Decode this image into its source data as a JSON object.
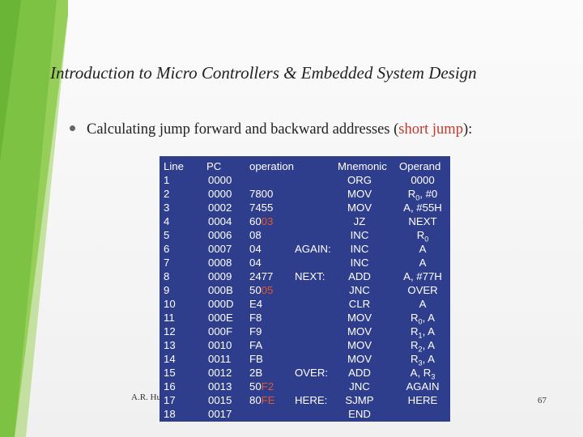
{
  "slide": {
    "title": "Introduction to Micro Controllers & Embedded System Design",
    "bullet_prefix": "Calculating jump forward and backward addresses (",
    "bullet_highlight": "short jump",
    "bullet_suffix": "):",
    "footer_left": "A.R. Hu",
    "page_number": "67"
  },
  "table": {
    "headers": [
      "Line",
      "PC",
      "operation",
      "Mnemonic",
      "Operand"
    ],
    "rows": [
      {
        "line": "1",
        "pc": "0000",
        "op": "",
        "op_hl": "",
        "label": "",
        "mn": "ORG",
        "opd": "0000",
        "sub": ""
      },
      {
        "line": "2",
        "pc": "0000",
        "op": "7800",
        "op_hl": "",
        "label": "",
        "mn": "MOV",
        "opd": "R",
        "sub": "0",
        "opd_tail": ", #0"
      },
      {
        "line": "3",
        "pc": "0002",
        "op": "7455",
        "op_hl": "",
        "label": "",
        "mn": "MOV",
        "opd": "A, #55H",
        "sub": ""
      },
      {
        "line": "4",
        "pc": "0004",
        "op": "60",
        "op_hl": "03",
        "label": "",
        "mn": "JZ",
        "opd": "NEXT",
        "sub": ""
      },
      {
        "line": "5",
        "pc": "0006",
        "op": "08",
        "op_hl": "",
        "label": "",
        "mn": "INC",
        "opd": "R",
        "sub": "0"
      },
      {
        "line": "6",
        "pc": "0007",
        "op": "04",
        "op_hl": "",
        "label": "AGAIN:",
        "mn": "INC",
        "opd": "A",
        "sub": ""
      },
      {
        "line": "7",
        "pc": "0008",
        "op": "04",
        "op_hl": "",
        "label": "",
        "mn": "INC",
        "opd": "A",
        "sub": ""
      },
      {
        "line": "8",
        "pc": "0009",
        "op": "2477",
        "op_hl": "",
        "label": "NEXT:",
        "mn": "ADD",
        "opd": "A, #77H",
        "sub": ""
      },
      {
        "line": "9",
        "pc": "000B",
        "op": "50",
        "op_hl": "05",
        "label": "",
        "mn": "JNC",
        "opd": "OVER",
        "sub": ""
      },
      {
        "line": "10",
        "pc": "000D",
        "op": "E4",
        "op_hl": "",
        "label": "",
        "mn": "CLR",
        "opd": "A",
        "sub": ""
      },
      {
        "line": "11",
        "pc": "000E",
        "op": "F8",
        "op_hl": "",
        "label": "",
        "mn": "MOV",
        "opd": "R",
        "sub": "0",
        "opd_tail": ", A"
      },
      {
        "line": "12",
        "pc": "000F",
        "op": "F9",
        "op_hl": "",
        "label": "",
        "mn": "MOV",
        "opd": "R",
        "sub": "1",
        "opd_tail": ", A"
      },
      {
        "line": "13",
        "pc": "0010",
        "op": "FA",
        "op_hl": "",
        "label": "",
        "mn": "MOV",
        "opd": "R",
        "sub": "2",
        "opd_tail": ", A"
      },
      {
        "line": "14",
        "pc": "0011",
        "op": "FB",
        "op_hl": "",
        "label": "",
        "mn": "MOV",
        "opd": "R",
        "sub": "3",
        "opd_tail": ", A"
      },
      {
        "line": "15",
        "pc": "0012",
        "op": "2B",
        "op_hl": "",
        "label": "OVER:",
        "mn": "ADD",
        "opd": "A, R",
        "sub": "3"
      },
      {
        "line": "16",
        "pc": "0013",
        "op": "50",
        "op_hl": "F2",
        "label": "",
        "mn": "JNC",
        "opd": "AGAIN",
        "sub": ""
      },
      {
        "line": "17",
        "pc": "0015",
        "op": "80",
        "op_hl": "FE",
        "label": "HERE:",
        "mn": "SJMP",
        "opd": "HERE",
        "sub": ""
      },
      {
        "line": "18",
        "pc": "0017",
        "op": "",
        "op_hl": "",
        "label": "",
        "mn": "END",
        "opd": "",
        "sub": ""
      }
    ]
  }
}
